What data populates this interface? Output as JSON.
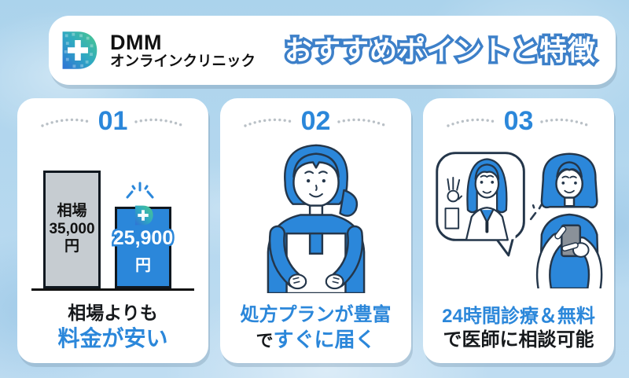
{
  "header": {
    "brand": {
      "logo": "dmm-clinic-d-logo",
      "line1": "DMM",
      "line2": "オンラインクリニック"
    },
    "title": "おすすめポイントと特徴"
  },
  "cards": [
    {
      "number": "01",
      "caption": {
        "line1": "相場よりも",
        "line2": "料金が安い"
      },
      "chart": {
        "market_label": [
          "相場",
          "35,000",
          "円"
        ],
        "dmm_price": "25,900",
        "dmm_unit": "円"
      }
    },
    {
      "number": "02",
      "illustration": "woman-holding-delivery-box",
      "caption": {
        "line1": "処方プランが豊富",
        "line2_black": "で",
        "line2_blue": "すぐに届く"
      }
    },
    {
      "number": "03",
      "illustration": "doctor-video-call-and-woman-with-phone",
      "caption": {
        "line1": "24時間診療＆無料",
        "line2": "で医師に相談可能"
      }
    }
  ],
  "chart_data": {
    "type": "bar",
    "title": "相場よりも料金が安い",
    "categories": [
      "相場",
      "DMMオンラインクリニック"
    ],
    "values": [
      35000,
      25900
    ],
    "unit": "円",
    "bar_colors": [
      "#c6ccd1",
      "#2b87da"
    ],
    "annotations": [
      "相場 35,000円",
      "25,900円"
    ]
  },
  "colors": {
    "accent_blue": "#2b87da",
    "title_outline_blue": "#3d80c9",
    "bar_gray": "#c6ccd1",
    "outline_dark": "#24364a",
    "background_blue": "#b4d7ee",
    "text_black": "#16191c",
    "dots_gray": "#b9c0c6"
  }
}
